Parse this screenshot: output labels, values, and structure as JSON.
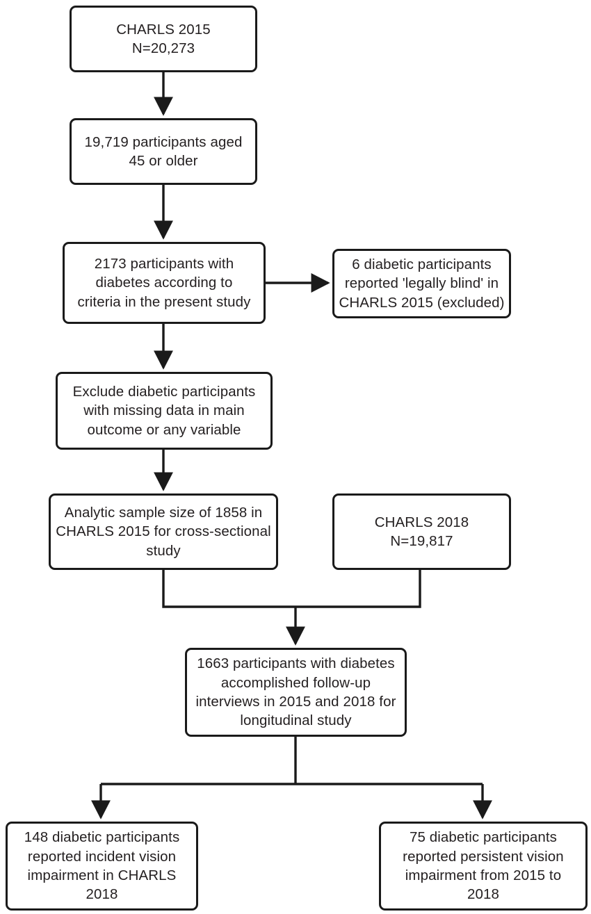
{
  "diagram": {
    "title": "CHARLS 2015-2018 diabetic participant selection flowchart",
    "type": "flowchart",
    "stroke_color": "#1a1a1a",
    "text_color": "#231f20",
    "background_color": "#ffffff",
    "nodes": [
      {
        "id": "charls2015",
        "text": "CHARLS 2015\nN=20,273",
        "lines": [
          "CHARLS 2015",
          "N=20,273"
        ]
      },
      {
        "id": "aged45",
        "text": "19,719 participants aged\n45 or older",
        "lines": [
          "19,719 participants aged",
          "45 or older"
        ]
      },
      {
        "id": "diabetes2173",
        "text": "2173 participants with\ndiabetes according to\ncriteria in the present study",
        "lines": [
          "2173 participants with",
          "diabetes according to",
          "criteria in the present study"
        ]
      },
      {
        "id": "legallyblind",
        "text": "6 diabetic participants\nreported 'legally blind' in\nCHARLS 2015 (excluded)",
        "lines": [
          "6 diabetic participants",
          "reported 'legally blind' in",
          "CHARLS 2015 (excluded)"
        ]
      },
      {
        "id": "exclude-missing",
        "text": "Exclude diabetic participants\nwith missing data in main\noutcome or any variable",
        "lines": [
          "Exclude diabetic participants",
          "with missing data in main",
          "outcome or any variable"
        ]
      },
      {
        "id": "analytic1858",
        "text": "Analytic sample size of 1858 in\nCHARLS 2015 for cross-sectional\nstudy",
        "lines": [
          "Analytic sample size of 1858 in",
          "CHARLS 2015 for cross-sectional",
          "study"
        ]
      },
      {
        "id": "charls2018",
        "text": "CHARLS 2018\nN=19,817",
        "lines": [
          "CHARLS 2018",
          "N=19,817"
        ]
      },
      {
        "id": "followup1663",
        "text": "1663 participants with diabetes\naccomplished follow-up\ninterviews in 2015 and 2018 for\nlongitudinal study",
        "lines": [
          "1663 participants with diabetes",
          "accomplished follow-up",
          "interviews in 2015 and 2018 for",
          "longitudinal study"
        ]
      },
      {
        "id": "incident148",
        "text": "148 diabetic participants\nreported incident vision\nimpairment in CHARLS\n2018",
        "lines": [
          "148 diabetic participants",
          "reported incident vision",
          "impairment in CHARLS",
          "2018"
        ]
      },
      {
        "id": "persistent75",
        "text": "75 diabetic participants\nreported persistent vision\nimpairment from 2015 to\n2018",
        "lines": [
          "75 diabetic participants",
          "reported persistent vision",
          "impairment from 2015 to",
          "2018"
        ]
      }
    ],
    "edges": [
      {
        "id": "e1",
        "from": "charls2015",
        "to": "aged45",
        "kind": "vertical-arrow"
      },
      {
        "id": "e2",
        "from": "aged45",
        "to": "diabetes2173",
        "kind": "vertical-arrow"
      },
      {
        "id": "e3",
        "from": "diabetes2173",
        "to": "legallyblind",
        "kind": "horizontal-arrow"
      },
      {
        "id": "e4",
        "from": "diabetes2173",
        "to": "exclude-missing",
        "kind": "vertical-arrow"
      },
      {
        "id": "e5",
        "from": "exclude-missing",
        "to": "analytic1858",
        "kind": "vertical-arrow"
      },
      {
        "id": "e6",
        "from": "analytic1858,charls2018",
        "to": "followup1663",
        "kind": "merge-arrow"
      },
      {
        "id": "e7",
        "from": "followup1663",
        "to": "incident148,persistent75",
        "kind": "split-arrow"
      }
    ]
  }
}
